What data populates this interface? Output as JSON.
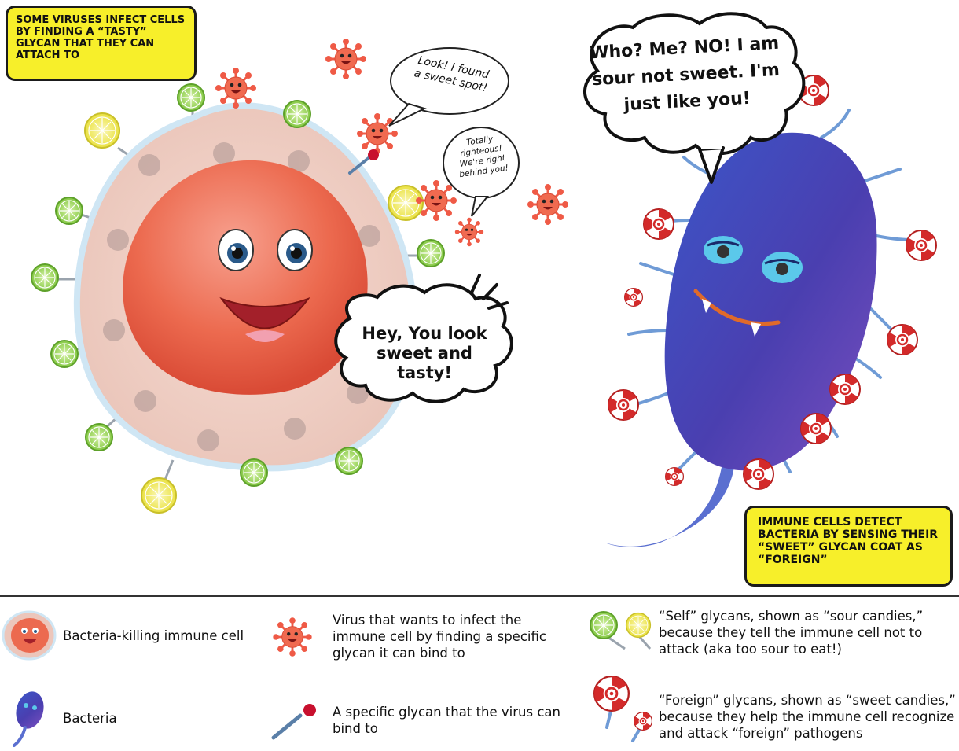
{
  "callouts": {
    "top_left": "SOME VIRUSES INFECT CELLS BY FINDING A “TASTY” GLYCAN THAT THEY CAN ATTACH TO",
    "bottom_right": "IMMUNE CELLS DETECT BACTERIA BY SENSING THEIR “SWEET” GLYCAN COAT AS “FOREIGN”"
  },
  "bubbles": {
    "virus_found": "Look! I found a sweet spot!",
    "virus_friends": "Totally righteous! We're right behind you!",
    "immune_cell": "Hey, You look sweet and tasty!",
    "bacteria": "Who? Me? NO! I am sour not sweet. I'm just like you!"
  },
  "legend": {
    "immune_cell": "Bacteria-killing immune cell",
    "virus": "Virus that wants to infect the immune cell by finding a specific glycan it can bind to",
    "self_glycans": "“Self” glycans, shown as “sour candies,” because they tell the immune cell not to attack (aka too sour to eat!)",
    "bacteria": "Bacteria",
    "specific_glycan": "A specific glycan that the virus can bind to",
    "foreign_glycans": "“Foreign” glycans, shown as “sweet candies,” because they help the immune cell recognize and attack “foreign” pathogens"
  },
  "colors": {
    "callout_yellow": "#f7ef2a",
    "immune_cell_orange": "#e8573e",
    "bacteria_blue": "#4a3fb0",
    "virus_red": "#ef5a46",
    "lime_green": "#8fd14a",
    "lemon_yellow": "#f4ee5a",
    "peppermint_red": "#d32a2a"
  }
}
